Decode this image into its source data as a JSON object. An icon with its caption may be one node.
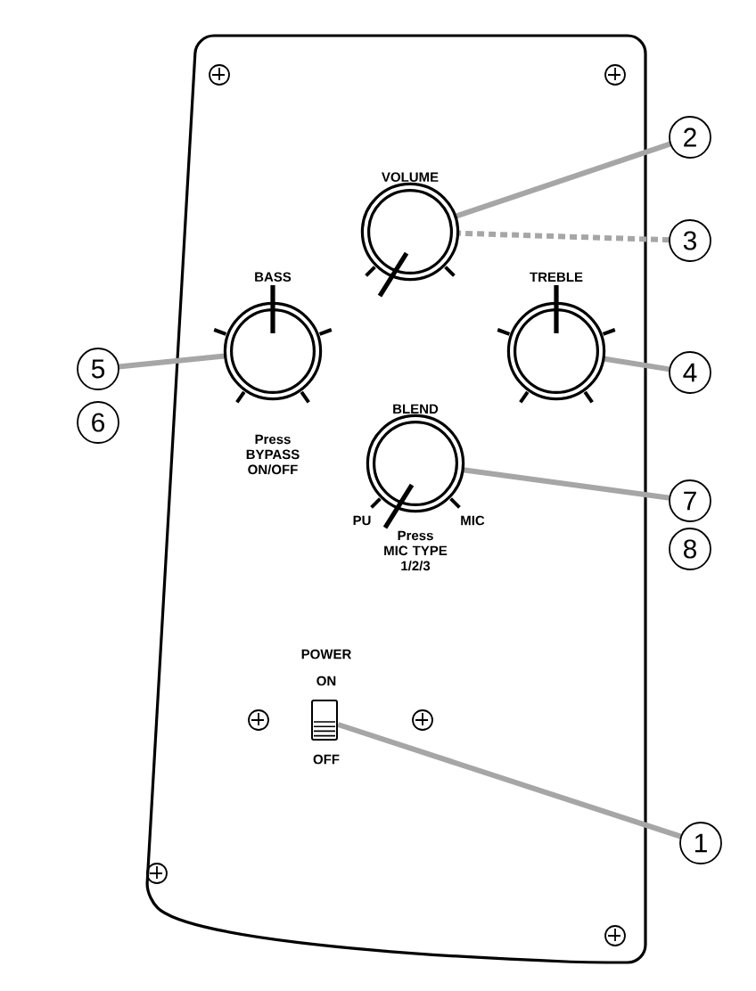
{
  "diagram": {
    "nodes": [
      {
        "text": [
          "2"
        ]
      },
      {
        "text": [
          "3"
        ]
      },
      {
        "text": [
          "4"
        ]
      },
      {
        "text": [
          "5"
        ]
      },
      {
        "text": [
          "6"
        ]
      },
      {
        "text": [
          "7"
        ]
      },
      {
        "text": [
          "8"
        ]
      },
      {
        "text": [
          "1"
        ]
      },
      {
        "text": [
          "VOLUME"
        ]
      },
      {
        "text": [
          "BASS"
        ]
      },
      {
        "text": [
          "TREBLE"
        ]
      },
      {
        "text": [
          "BLEND"
        ]
      },
      {
        "text": [],
        "shape": "box"
      }
    ],
    "edges": [
      {
        "from": 0,
        "to": 8,
        "arrow": "none"
      },
      {
        "from": 1,
        "to": 8,
        "arrow": "none",
        "style": "dashed"
      },
      {
        "from": 2,
        "to": 10,
        "arrow": "none"
      },
      {
        "from": 3,
        "to": 9,
        "arrow": "none"
      },
      {
        "from": 5,
        "to": 11,
        "arrow": "none"
      },
      {
        "from": 7,
        "to": 12,
        "arrow": "none"
      }
    ],
    "labels": [
      "Press BYPASS ON/OFF",
      "PU",
      "MIC",
      "Press MIC TYPE 1/2/3",
      "POWER",
      "ON",
      "OFF"
    ]
  }
}
